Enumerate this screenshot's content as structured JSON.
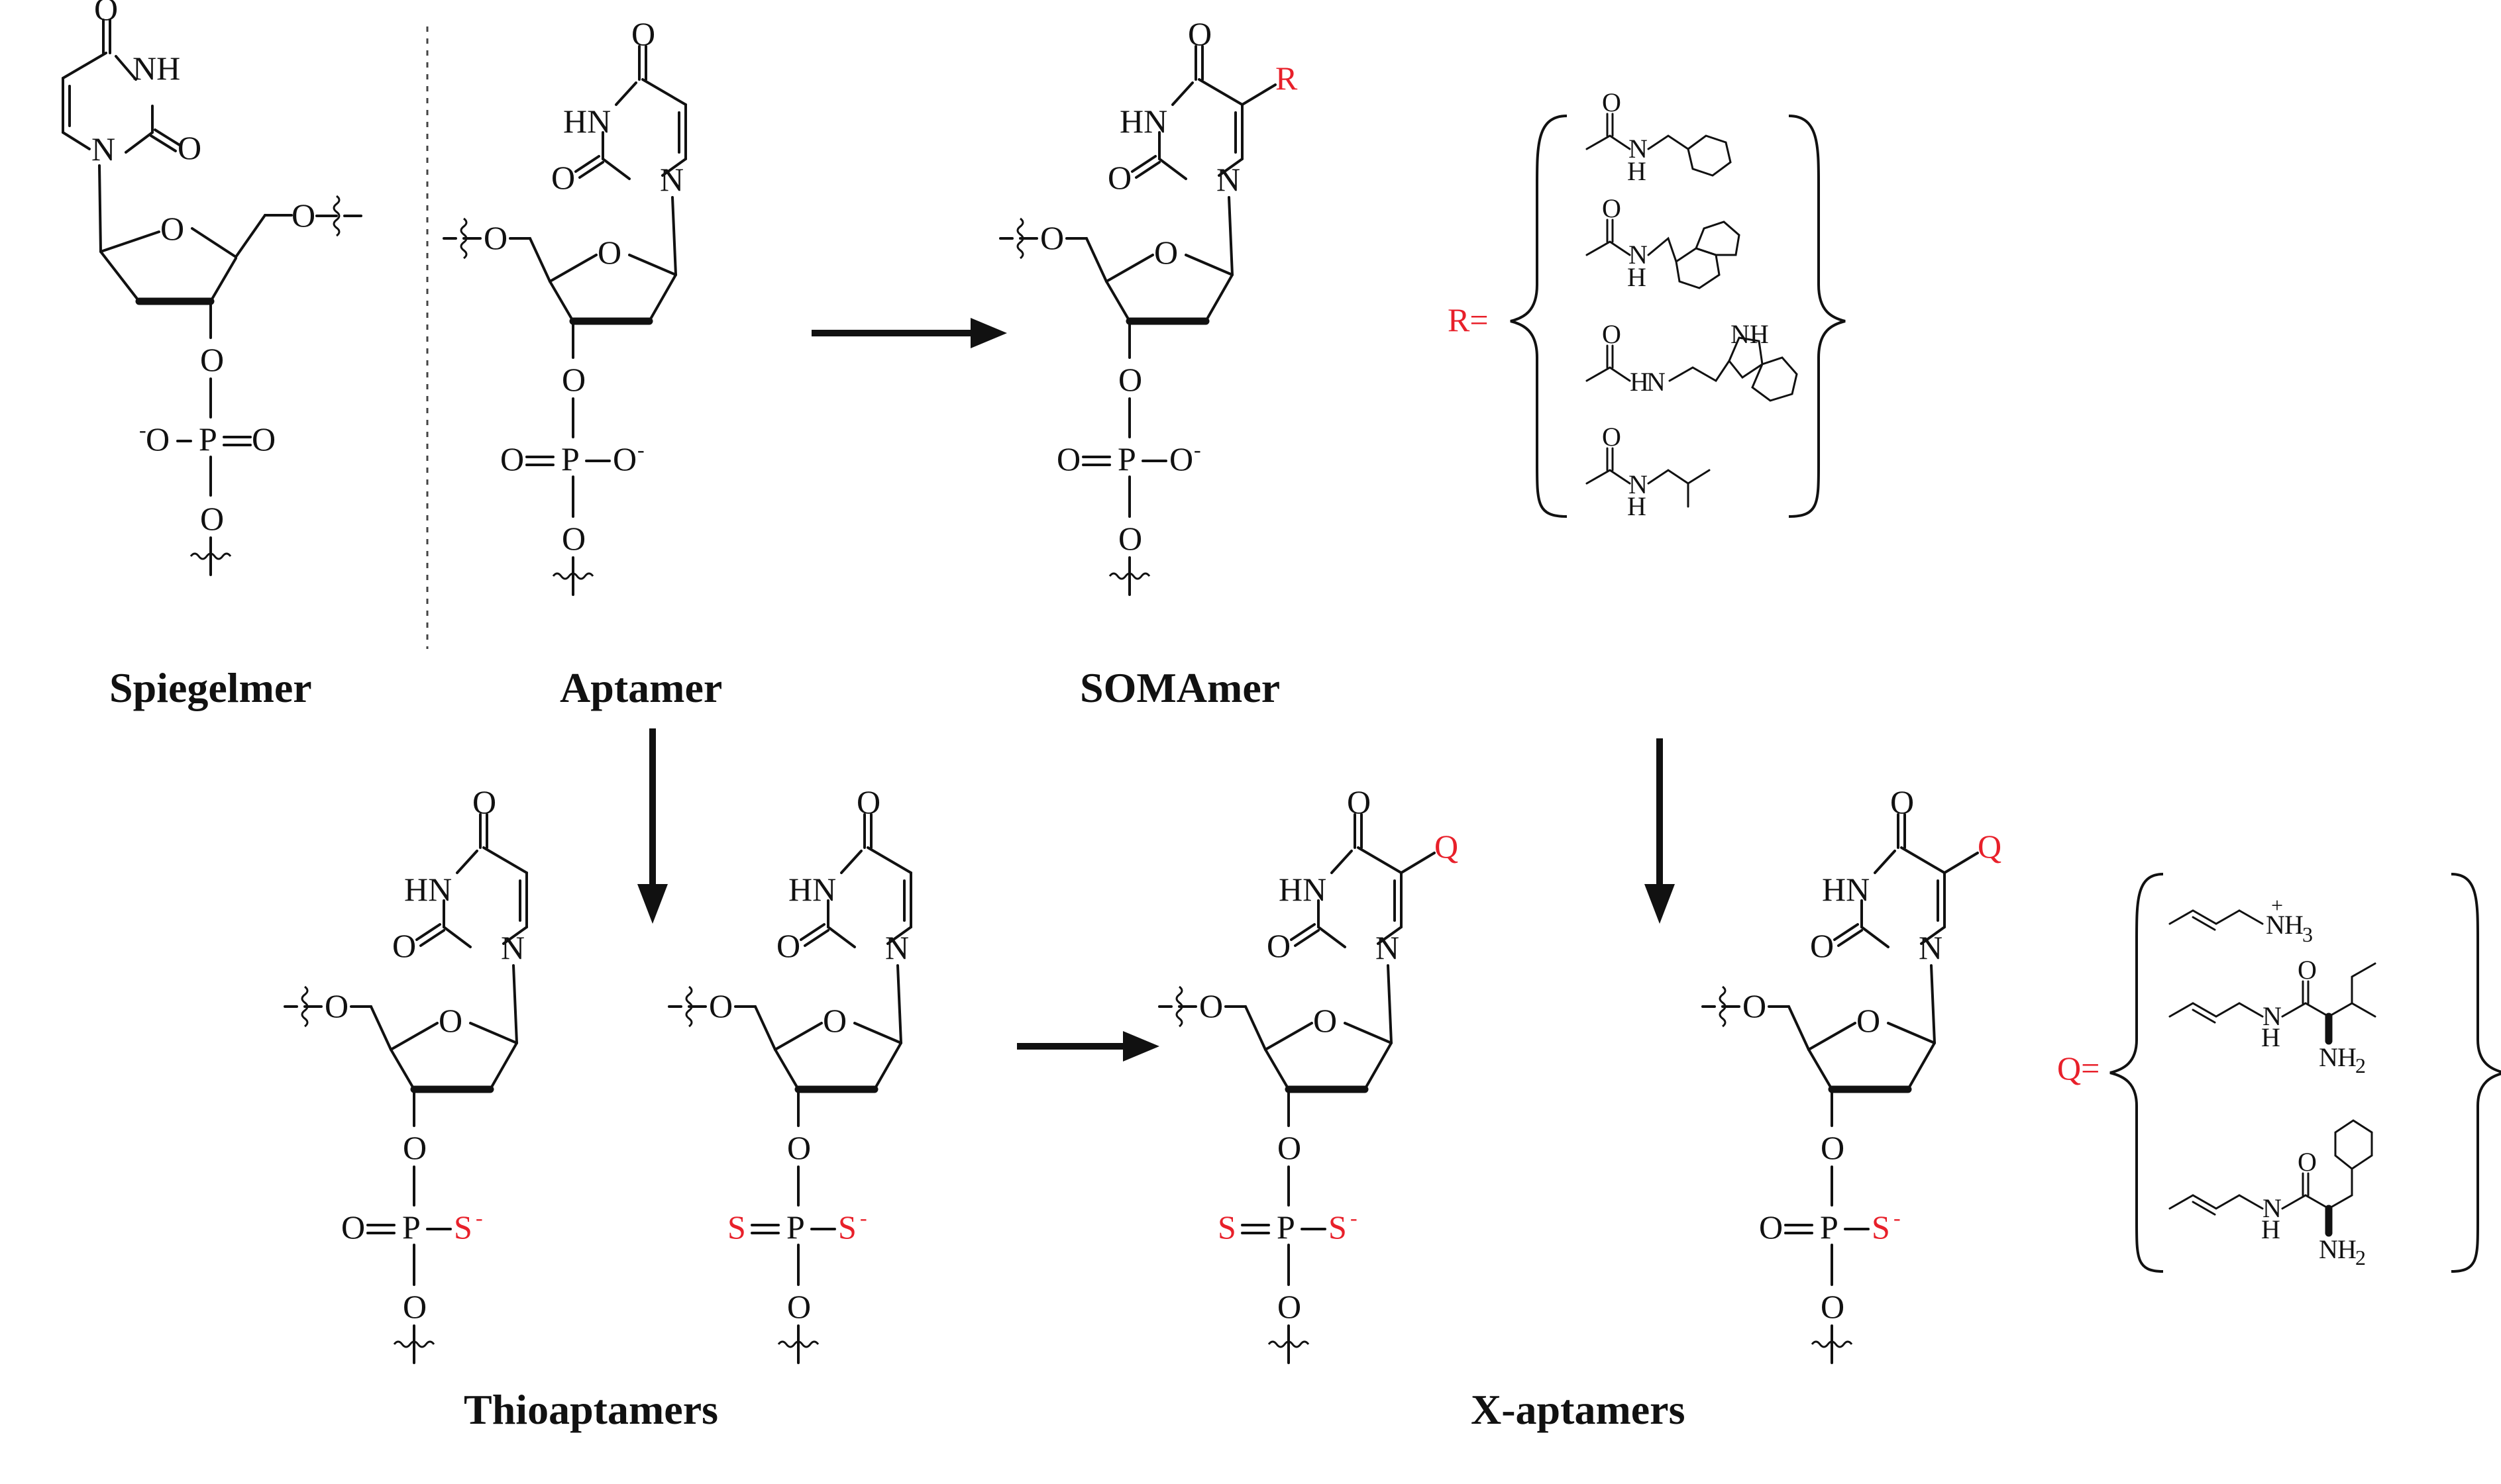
{
  "captions": {
    "spiegelmer": "Spiegelmer",
    "aptamer": "Aptamer",
    "somamer": "SOMAmer",
    "thioaptamers": "Thioaptamers",
    "x_aptamers": "X-aptamers"
  },
  "atoms": {
    "O": "O",
    "NH": "NH",
    "HN": "HN",
    "N": "N",
    "P": "P",
    "S": "S",
    "H": "H",
    "minus": "-",
    "plus": "+",
    "H3": "3",
    "H2": "2"
  },
  "substituents": {
    "R_label": "R",
    "R_def_label": "R=",
    "Q_label": "Q",
    "Q_def_label": "Q="
  },
  "colors": {
    "text": "#111111",
    "highlight": "#e8202a"
  }
}
